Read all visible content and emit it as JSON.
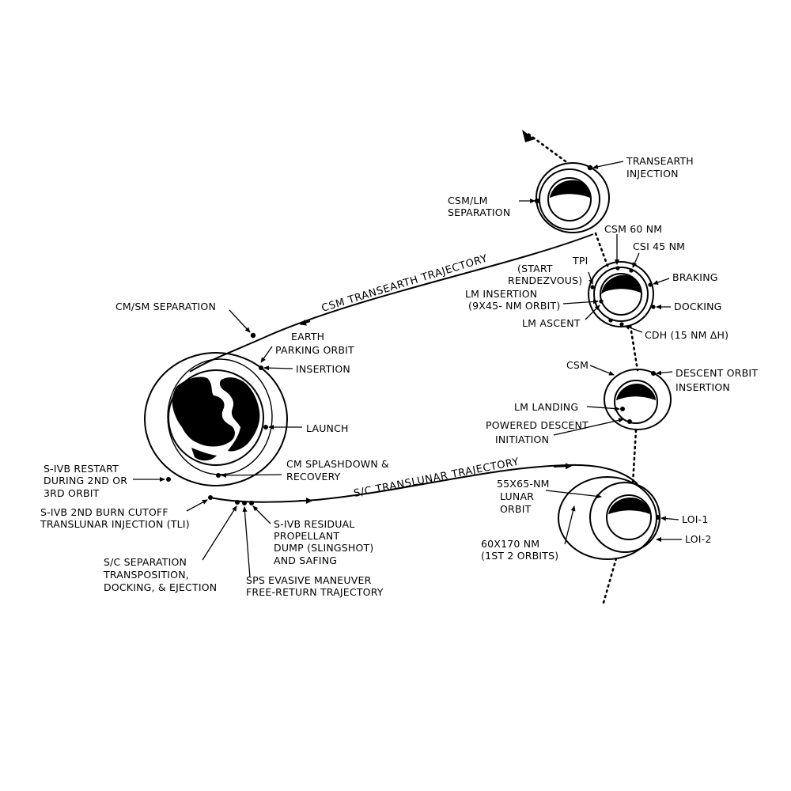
{
  "labels": {
    "transearth_injection": [
      "TRANSEARTH",
      "INJECTION"
    ],
    "csm_lm_separation": [
      "CSM/LM",
      "SEPARATION"
    ],
    "csm_60_nm": "CSM 60 NM",
    "csi_45_nm": "CSI 45 NM",
    "tpi": "TPI",
    "start_rendezvous": [
      "(START",
      "RENDEZVOUS)"
    ],
    "braking": "BRAKING",
    "lm_insertion": [
      "LM INSERTION",
      "(9X45- NM ORBIT)"
    ],
    "docking": "DOCKING",
    "lm_ascent": "LM ASCENT",
    "cdh": "CDH (15 NM ΔH)",
    "csm": "CSM",
    "descent_orbit_insertion": [
      "DESCENT ORBIT",
      "INSERTION"
    ],
    "lm_landing": "LM LANDING",
    "powered_descent_initiation": [
      "POWERED DESCENT",
      "INITIATION"
    ],
    "lunar_orbit_55x65": [
      "55X65-NM",
      "LUNAR",
      "ORBIT"
    ],
    "loi_1": "LOI-1",
    "loi_2": "LOI-2",
    "orbit_60x170": [
      "60X170 NM",
      "(1ST 2 ORBITS)"
    ],
    "cm_sm_separation": "CM/SM SEPARATION",
    "earth_parking_orbit": [
      "EARTH",
      "PARKING ORBIT"
    ],
    "insertion": "INSERTION",
    "launch": "LAUNCH",
    "s_ivb_restart": [
      "S-IVB RESTART",
      "DURING 2ND OR",
      "3RD ORBIT"
    ],
    "cm_splashdown": [
      "CM SPLASHDOWN &",
      "RECOVERY"
    ],
    "s_ivb_2nd_burn": [
      "S-IVB 2ND BURN CUTOFF",
      "TRANSLUNAR INJECTION (TLI)"
    ],
    "s_ivb_residual": [
      "S-IVB RESIDUAL",
      "PROPELLANT",
      "DUMP (SLINGSHOT)",
      "AND SAFING"
    ],
    "sc_separation": [
      "S/C SEPARATION",
      "TRANSPOSITION,",
      "DOCKING, & EJECTION"
    ],
    "sps_evasive": [
      "SPS EVASIVE MANEUVER",
      "FREE-RETURN TRAJECTORY"
    ]
  },
  "trajectories": {
    "csm_transearth": "CSM TRANSEARTH TRAJECTORY",
    "sc_translunar": "S/C TRANSLUNAR TRAJECTORY"
  }
}
